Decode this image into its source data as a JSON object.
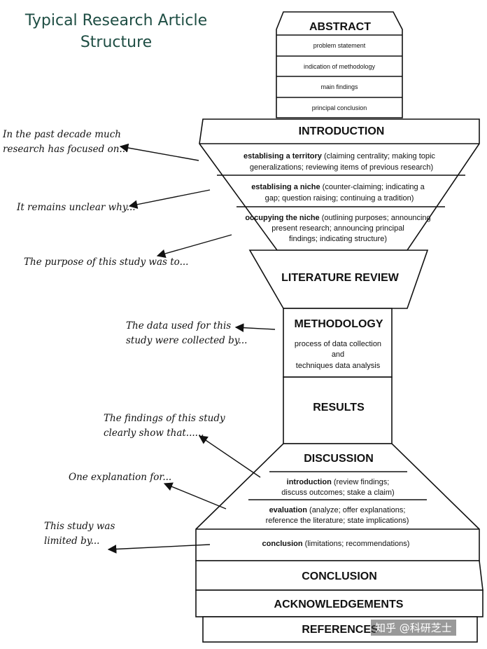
{
  "title": {
    "line1": "Typical Research Article",
    "line2": "Structure"
  },
  "sections": {
    "abstract": "ABSTRACT",
    "abstract_items": [
      "problem statement",
      "indication of methodology",
      "main findings",
      "principal conclusion"
    ],
    "introduction": "INTRODUCTION",
    "intro_moves": [
      {
        "bold": "establising a territory",
        "rest1": " (claiming centrality; making topic",
        "line2": "generalizations; reviewing items of previous research)"
      },
      {
        "bold": "establising a niche",
        "rest1": " (counter-claiming; indicating a",
        "line2": "gap; question raising; continuing a tradition)"
      },
      {
        "bold": "occupying the niche",
        "rest1": " (outlining purposes; announcing",
        "line2": "present research; announcing principal",
        "line3": "findings; indicating structure)"
      }
    ],
    "literature_review": "LITERATURE REVIEW",
    "methodology": "METHODOLOGY",
    "methodology_desc": [
      "process of data collection",
      "and",
      "techniques data analysis"
    ],
    "results": "RESULTS",
    "discussion": "DISCUSSION",
    "discussion_moves": [
      {
        "bold": "introduction",
        "rest1": " (review findings;",
        "line2": "discuss outcomes; stake a claim)"
      },
      {
        "bold": "evaluation",
        "rest1": " (analyze; offer explanations;",
        "line2": "reference the literature; state implications)"
      },
      {
        "bold": "conclusion",
        "rest1": " (limitations; recommendations)"
      }
    ],
    "conclusion": "CONCLUSION",
    "acknowledgements": "ACKNOWLEDGEMENTS",
    "references": "REFERENCES"
  },
  "phrases": [
    "In the past decade much",
    "research has focused on...",
    "It remains unclear why...",
    "The purpose of this study was to...",
    "The data used for this",
    "study were collected by...",
    "The findings of this study",
    "clearly show that......",
    "One explanation for...",
    "This study was",
    "limited by..."
  ],
  "watermark": "知乎 @科研芝士"
}
